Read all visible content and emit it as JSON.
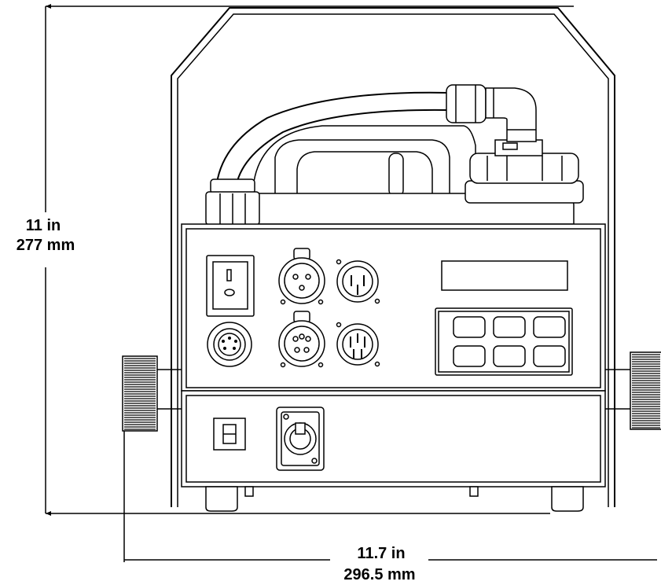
{
  "dimensions": {
    "height_in": "11 in",
    "height_mm": "277 mm",
    "width_in": "11.7 in",
    "width_mm": "296.5 mm"
  }
}
